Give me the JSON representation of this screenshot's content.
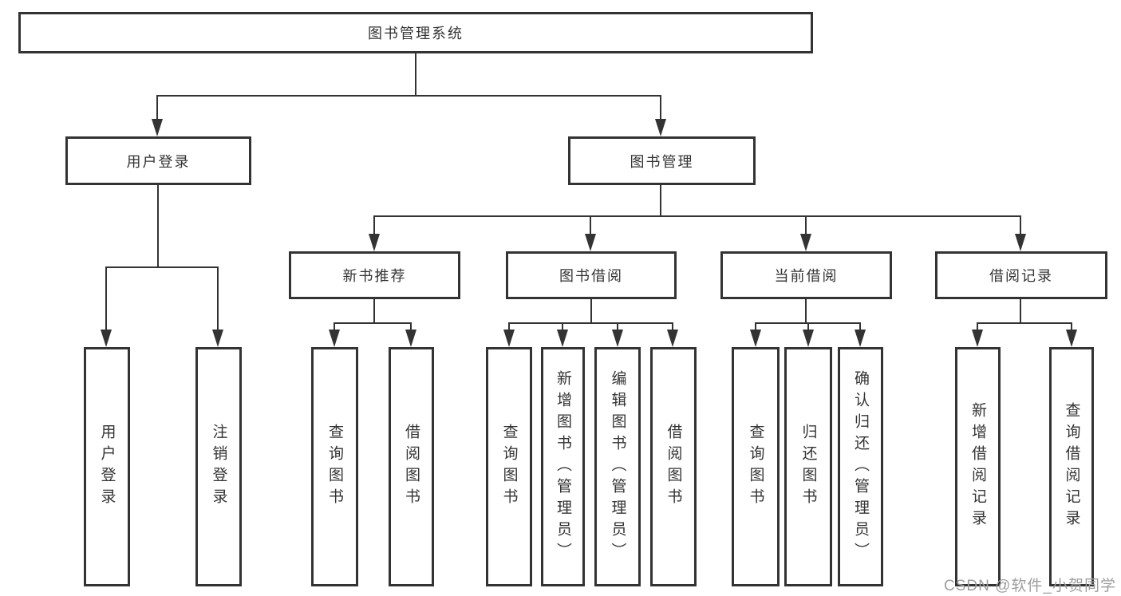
{
  "colors": {
    "line": "#333333",
    "text": "#333333",
    "boxbg": "#ffffff",
    "watermark": "#9e9e9e"
  },
  "diagram": {
    "root": {
      "label": "图书管理系统"
    },
    "branches": [
      {
        "label": "用户登录",
        "children": [
          {
            "label": "用户登录"
          },
          {
            "label": "注销登录"
          }
        ]
      },
      {
        "label": "图书管理",
        "children": [
          {
            "label": "新书推荐",
            "children": [
              {
                "label": "查询图书"
              },
              {
                "label": "借阅图书"
              }
            ]
          },
          {
            "label": "图书借阅",
            "children": [
              {
                "label": "查询图书"
              },
              {
                "label": "新增图书（管理员）"
              },
              {
                "label": "编辑图书（管理员）"
              },
              {
                "label": "借阅图书"
              }
            ]
          },
          {
            "label": "当前借阅",
            "children": [
              {
                "label": "查询图书"
              },
              {
                "label": "归还图书"
              },
              {
                "label": "确认归还（管理员）"
              }
            ]
          },
          {
            "label": "借阅记录",
            "children": [
              {
                "label": "新增借阅记录"
              },
              {
                "label": "查询借阅记录"
              }
            ]
          }
        ]
      }
    ]
  },
  "watermark": {
    "text": "CSDN @软件_小贺同学"
  }
}
